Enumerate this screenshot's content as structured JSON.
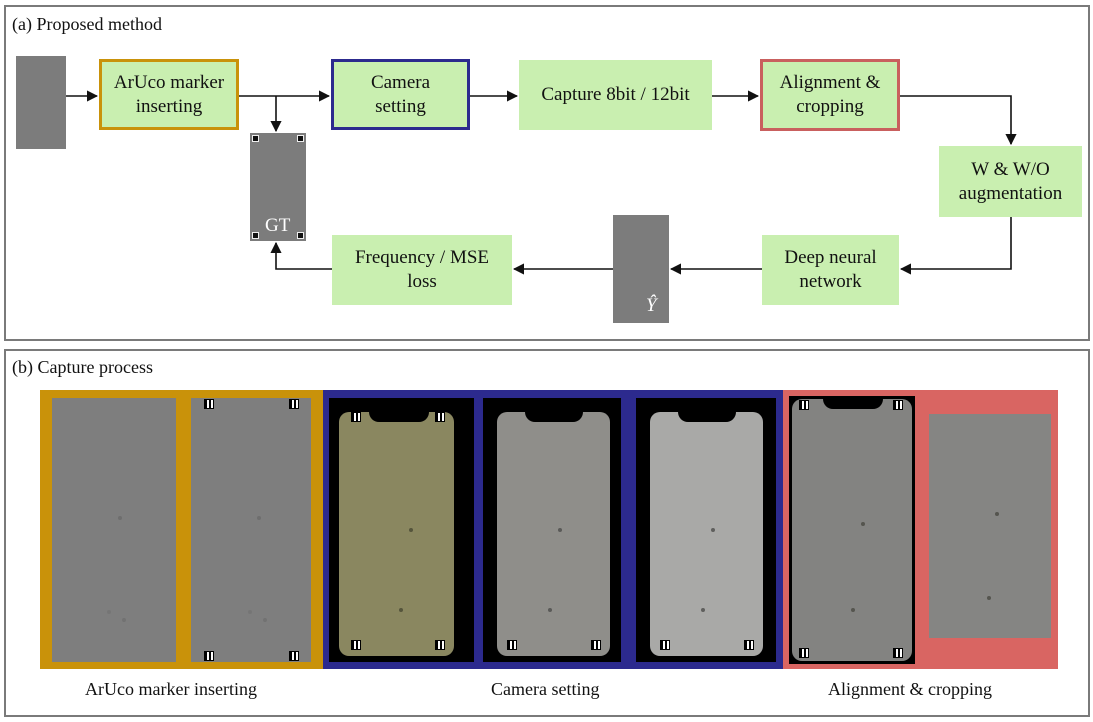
{
  "panel_a": {
    "title": "(a) Proposed method",
    "boxes": {
      "aruco": "ArUco marker inserting",
      "camera": "Camera setting",
      "capture": "Capture 8bit / 12bit",
      "align": "Alignment & cropping",
      "augment": "W & W/O augmentation",
      "dnn": "Deep neural network",
      "loss": "Frequency / MSE loss"
    },
    "gt_label": "GT",
    "yhat_label": "Ŷ"
  },
  "panel_b": {
    "title": "(b) Capture process",
    "captions": {
      "aruco": "ArUco marker inserting",
      "camera": "Camera setting",
      "align": "Alignment & cropping"
    }
  },
  "colors": {
    "box_fill": "#c9efb0",
    "aruco_border": "#c9920a",
    "camera_border": "#2c2a8e",
    "align_border": "#c9605e",
    "aruco_strip": "#c9920a",
    "camera_strip": "#2c2a8e",
    "align_strip": "#d96562"
  }
}
